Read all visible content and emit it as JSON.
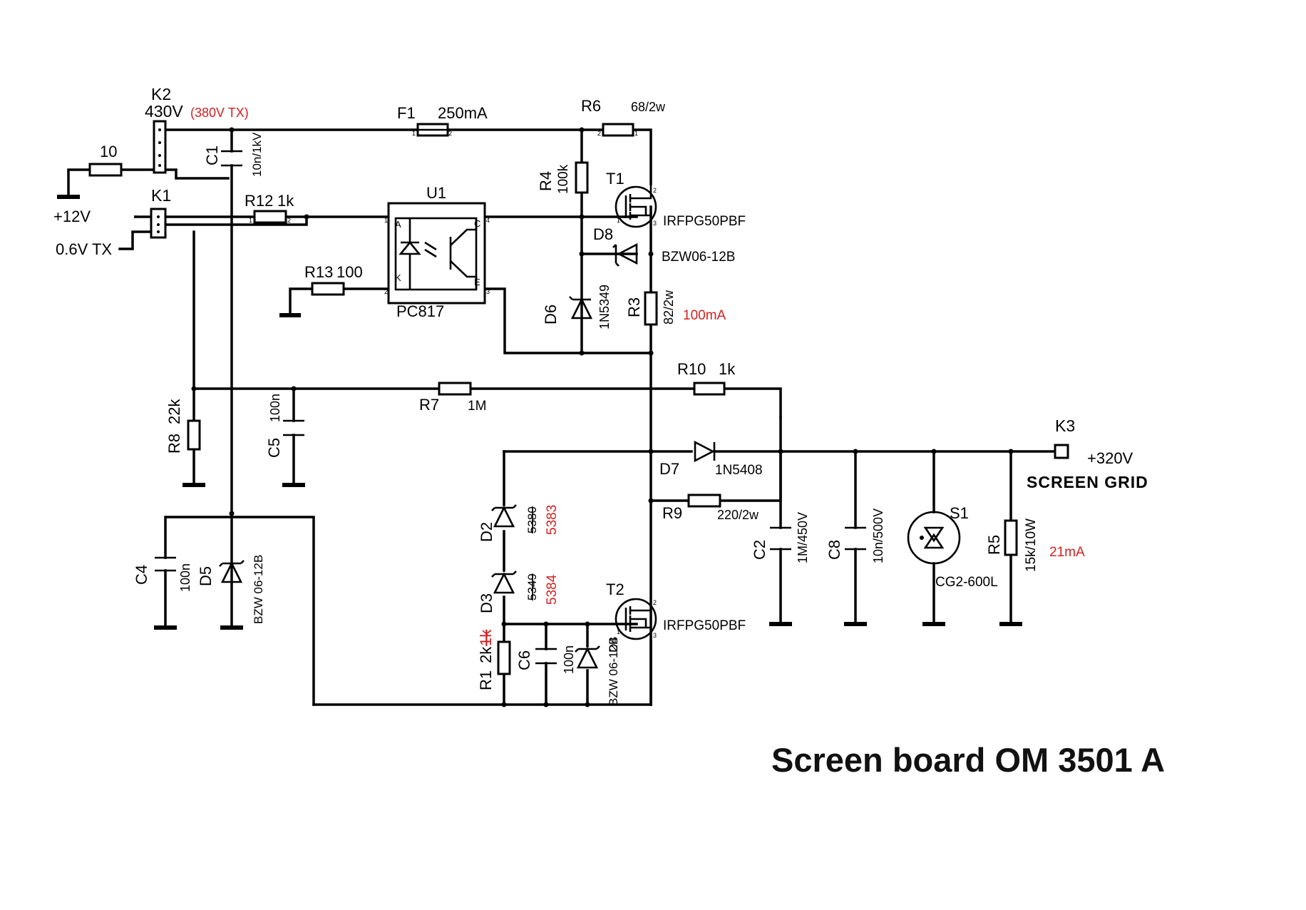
{
  "title": "Screen board OM 3501 A",
  "labels": {
    "k2_ref": "K2",
    "k2_value": "430V",
    "k2_note": "(380V  TX)",
    "k1_ref": "K1",
    "plus12v": "+12V",
    "tx_06v": "0.6V  TX",
    "r_10": "10",
    "c1_ref": "C1",
    "c1_value": "10n/1kV",
    "f1_ref": "F1",
    "f1_value": "250mA",
    "r6_ref": "R6",
    "r6_value": "68/2w",
    "r4_ref": "R4",
    "r4_value": "100k",
    "t1_ref": "T1",
    "t1_value": "IRFPG50PBF",
    "u1_ref": "U1",
    "u1_value": "PC817",
    "u1_pin_a": "A",
    "u1_pin_k": "K",
    "u1_pin_c": "C",
    "u1_pin_e": "E",
    "r12_ref": "R12",
    "r12_value": "1k",
    "r13_ref": "R13",
    "r13_value": "100",
    "d8_ref": "D8",
    "d8_value": "BZW06-12B",
    "d6_ref": "D6",
    "d6_value": "1N5349",
    "r3_ref": "R3",
    "r3_value": "82/2w",
    "r3_current": "100mA",
    "r10_ref": "R10",
    "r10_value": "1k",
    "r7_ref": "R7",
    "r7_value": "1M",
    "r8_ref": "R8",
    "r8_value": "22k",
    "c5_ref": "C5",
    "c5_value": "100n",
    "d7_ref": "D7",
    "d7_value": "1N5408",
    "k3_ref": "K3",
    "k3_voltage": "+320V",
    "screen_grid": "SCREEN GRID",
    "r9_ref": "R9",
    "r9_value": "220/2w",
    "d2_ref": "D2",
    "d2_old": "5380",
    "d2_new": "5383",
    "d3_ref": "D3",
    "d3_old": "5349",
    "d3_new": "5384",
    "t2_ref": "T2",
    "t2_value": "IRFPG50PBF",
    "c2_ref": "C2",
    "c2_value": "1M/450V",
    "c8_ref": "C8",
    "c8_value": "10n/500V",
    "s1_ref": "S1",
    "s1_value": "CG2-600L",
    "r5_ref": "R5",
    "r5_value": "15k/10W",
    "r5_current": "21mA",
    "c4_ref": "C4",
    "c4_value": "100n",
    "d5_ref": "D5",
    "d5_value": "BZW 06-12B",
    "r1_ref": "R1",
    "r1_old": "1k",
    "r1_value": "2k",
    "c6_ref": "C6",
    "c6_value": "100n",
    "d4_ref": "D4",
    "d4_value": "BZW 06-12B"
  },
  "pins": {
    "p1": "1",
    "p2": "2",
    "p3": "3",
    "p4": "4"
  },
  "colors": {
    "ink": "#000000",
    "annotation": "#d42020"
  }
}
